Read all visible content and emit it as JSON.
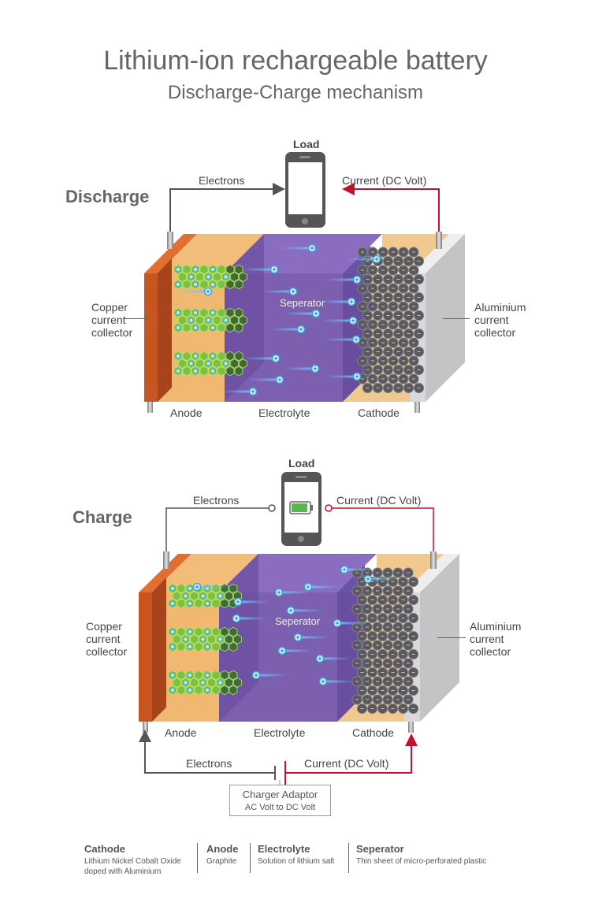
{
  "title": "Lithium-ion rechargeable battery",
  "subtitle": "Discharge-Charge mechanism",
  "discharge": {
    "heading": "Discharge",
    "load": "Load",
    "electrons": "Electrons",
    "current": "Current (DC Volt)",
    "copper": [
      "Copper",
      "current",
      "collector"
    ],
    "aluminium": [
      "Aluminium",
      "current",
      "collector"
    ],
    "separator": "Seperator",
    "anode": "Anode",
    "electrolyte": "Electrolyte",
    "cathode": "Cathode"
  },
  "charge": {
    "heading": "Charge",
    "load": "Load",
    "electrons": "Electrons",
    "current": "Current (DC Volt)",
    "copper": [
      "Copper",
      "current",
      "collector"
    ],
    "aluminium": [
      "Aluminium",
      "current",
      "collector"
    ],
    "separator": "Seperator",
    "anode": "Anode",
    "electrolyte": "Electrolyte",
    "cathode": "Cathode",
    "bottom_electrons": "Electrons",
    "bottom_current": "Current (DC Volt)",
    "charger_title": "Charger Adaptor",
    "charger_sub": "AC Volt to DC Volt"
  },
  "legend": [
    {
      "heading": "Cathode",
      "desc": [
        "Lithium Nickel Cobalt Oxide",
        "doped with Aluminium"
      ]
    },
    {
      "heading": "Anode",
      "desc": [
        "Graphite"
      ]
    },
    {
      "heading": "Electrolyte",
      "desc": [
        "Solution of lithium salt"
      ]
    },
    {
      "heading": "Seperator",
      "desc": [
        "Thin sheet of micro-perforated plastic"
      ]
    }
  ],
  "colors": {
    "copper": "#c8541f",
    "anode": "#f0b870",
    "electrolyte": "#7d5fb0",
    "cathode_bg": "#f1c98f",
    "aluminium": "#d9d9db",
    "current_red": "#c8102e",
    "wire": "#555555",
    "graphite": "#7cc242",
    "ion": "#2fa9e0"
  },
  "icons": [
    "phone-icon",
    "battery-icon",
    "ion-icon",
    "graphite-hex-icon",
    "cathode-particle-icon"
  ]
}
